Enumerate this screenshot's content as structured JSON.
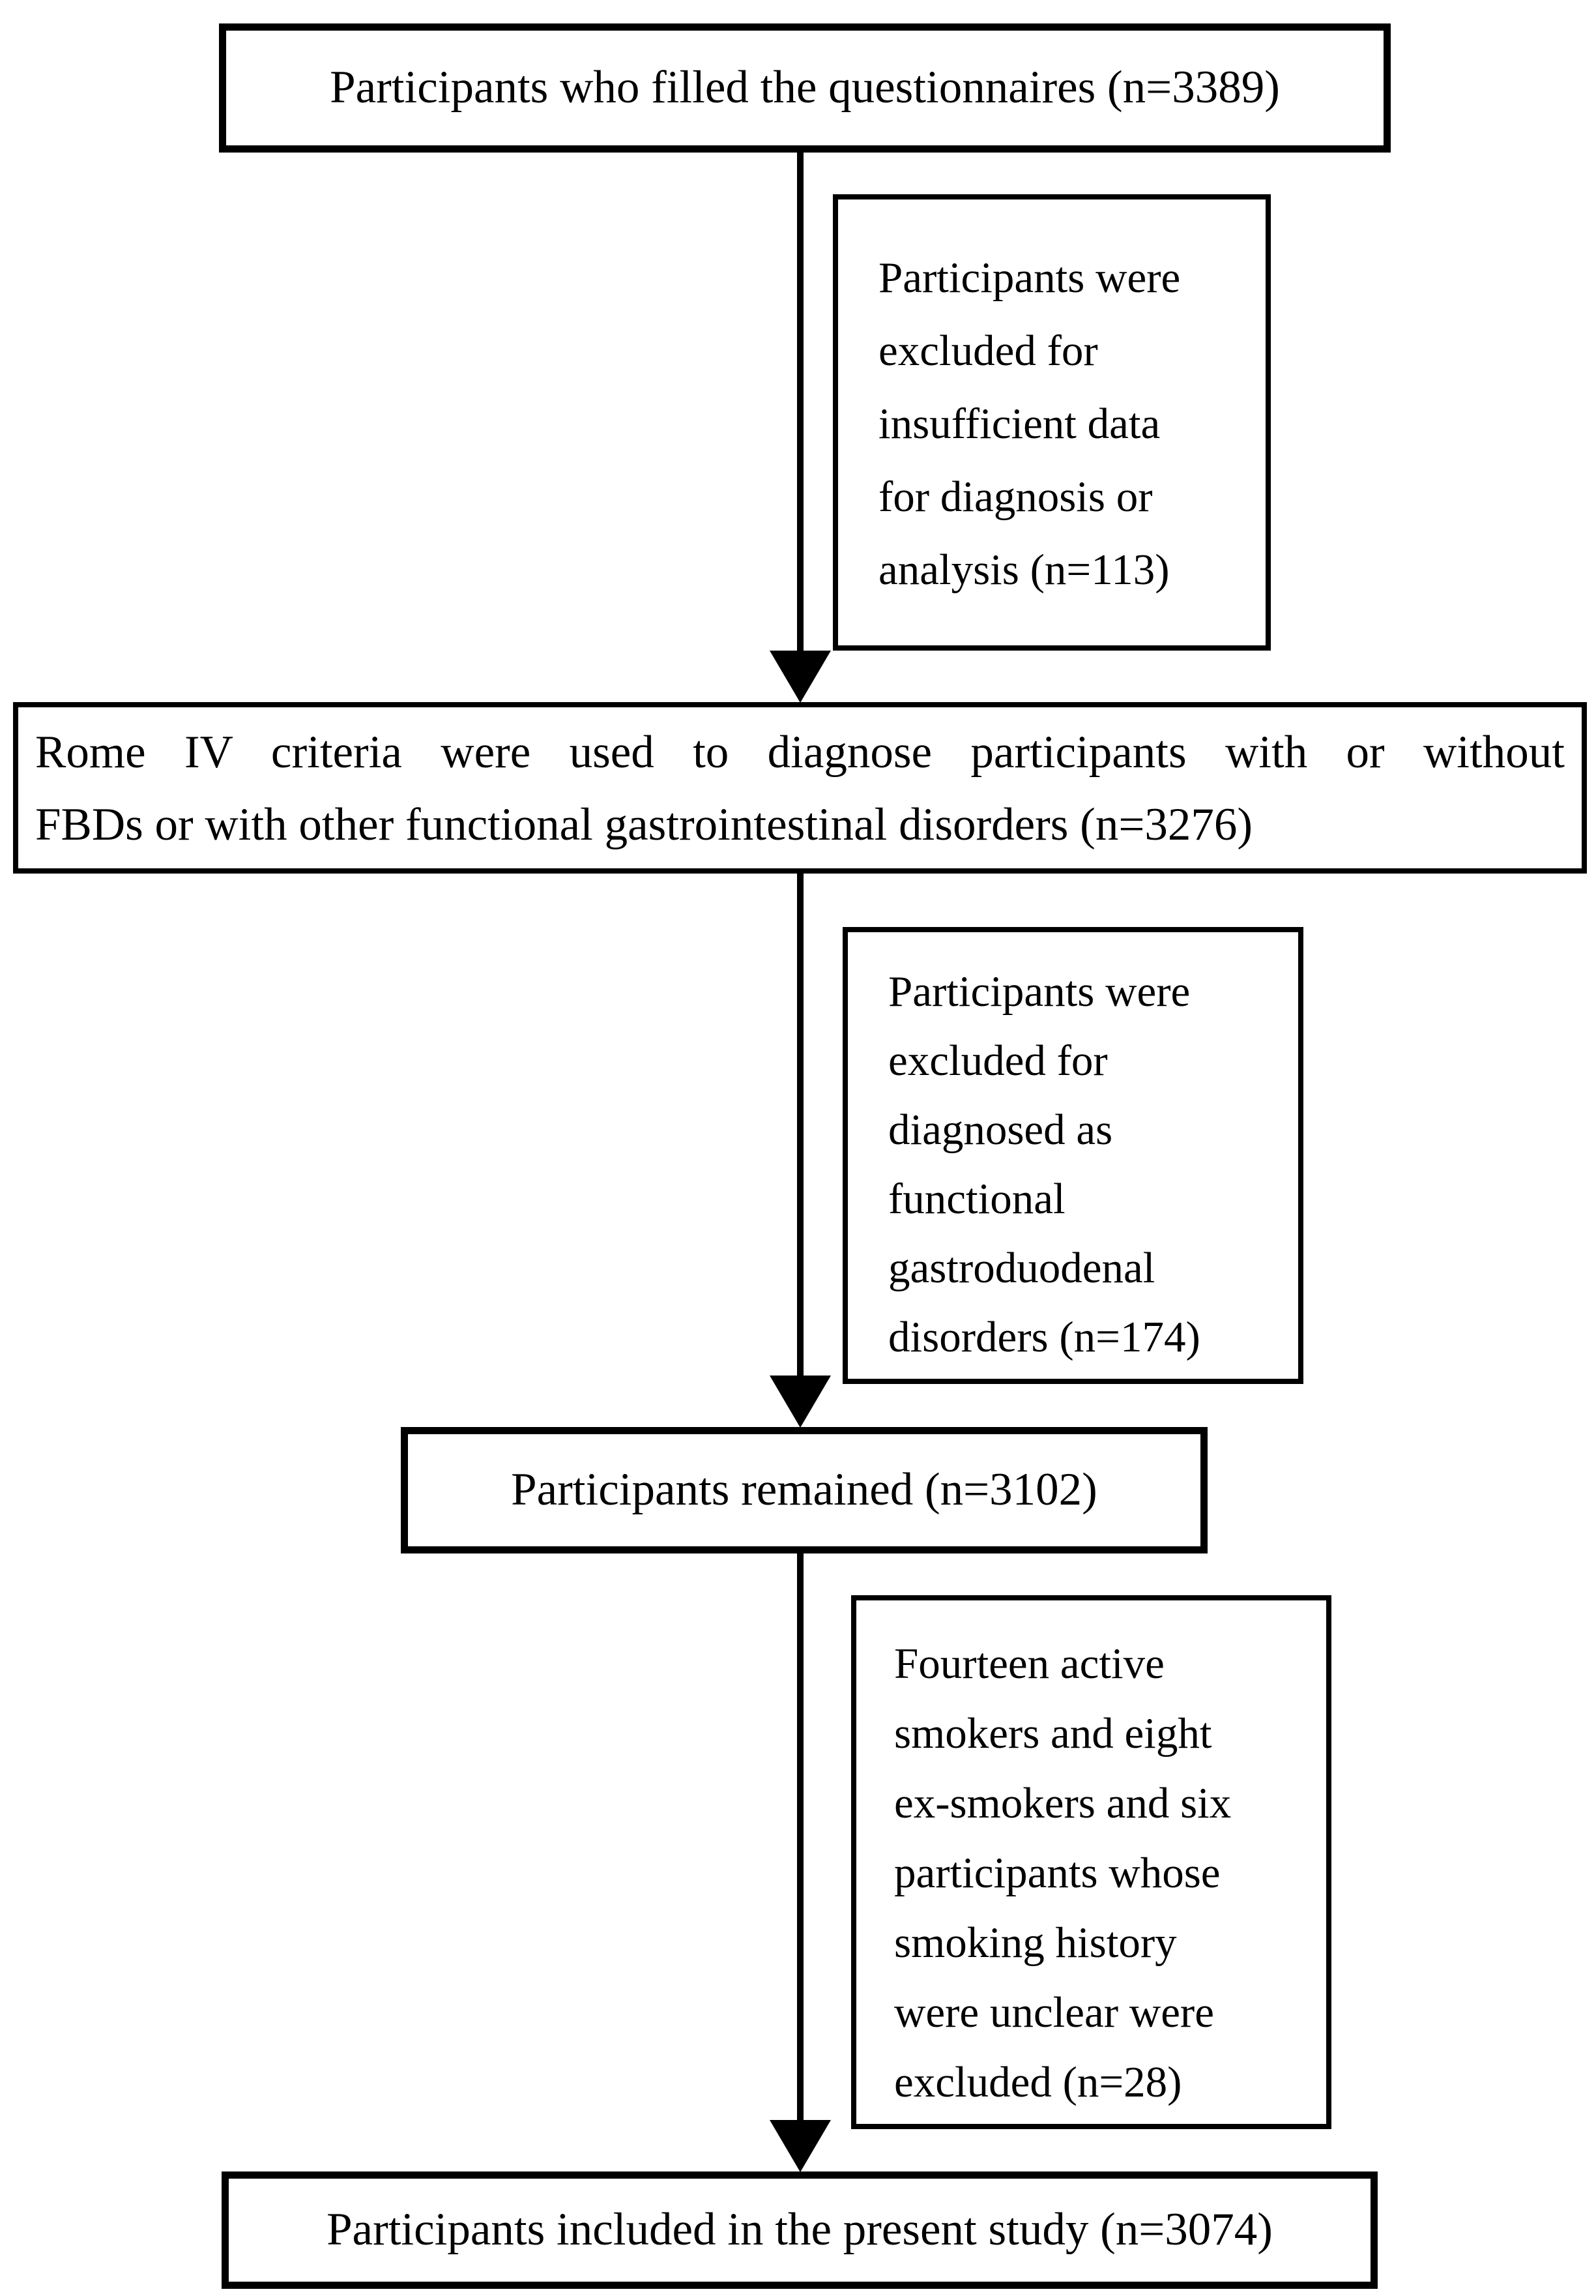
{
  "palette": {
    "ink": "#000000",
    "paper": "#ffffff"
  },
  "flowchart": {
    "top_box": {
      "text": "Participants who filled the questionnaires (n=3389)"
    },
    "exclusion_box_1": {
      "lines": [
        "Participants were",
        "excluded for",
        "insufficient data",
        "for diagnosis or",
        "analysis (n=113)"
      ]
    },
    "rome_box": {
      "lines": [
        "Rome IV criteria were used to diagnose participants with or without",
        "FBDs or with other functional gastrointestinal disorders (n=3276)"
      ]
    },
    "exclusion_box_2": {
      "lines": [
        "Participants were",
        "excluded for",
        "diagnosed as",
        "functional",
        "gastroduodenal",
        "disorders (n=174)"
      ]
    },
    "remained_box": {
      "text": "Participants remained (n=3102)"
    },
    "exclusion_box_3": {
      "lines": [
        "Fourteen active",
        "smokers and eight",
        "ex-smokers and six",
        "participants whose",
        "smoking history",
        "were unclear were",
        "excluded (n=28)"
      ]
    },
    "bottom_box": {
      "text": "Participants included in the present study (n=3074)"
    }
  }
}
